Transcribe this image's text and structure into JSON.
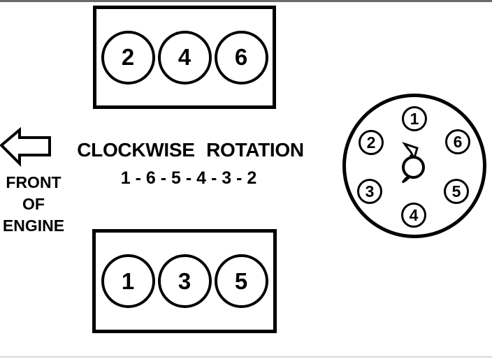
{
  "page": {
    "background": "#ffffff",
    "ink": "#000000",
    "top_rule_color": "#6a6a6a",
    "bottom_rule_color": "#d8d8d8"
  },
  "front_indicator": {
    "arrow_icon": "left-block-arrow",
    "lines": [
      "FRONT",
      "OF",
      "ENGINE"
    ]
  },
  "rotation": {
    "title": "CLOCKWISE ROTATION",
    "firing_order": "1 - 6 - 5 - 4 - 3 - 2"
  },
  "cylinder_banks": {
    "top": [
      "2",
      "4",
      "6"
    ],
    "bottom": [
      "1",
      "3",
      "5"
    ]
  },
  "distributor": {
    "rotation_direction": "clockwise",
    "terminals_clockwise_from_top": [
      "1",
      "6",
      "5",
      "4",
      "3",
      "2"
    ]
  }
}
